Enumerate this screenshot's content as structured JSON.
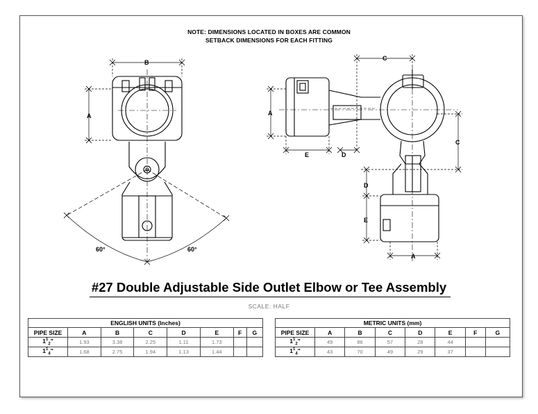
{
  "note": {
    "line1": "NOTE: DIMENSIONS LOCATED IN BOXES ARE COMMON",
    "line2": "SETBACK DIMENSIONS FOR EACH FITTING"
  },
  "labels": {
    "a": "A",
    "b": "B",
    "c": "C",
    "d": "D",
    "e": "E",
    "angle_left": "60°",
    "angle_right": "60°"
  },
  "title": "#27 Double Adjustable Side Outlet Elbow or Tee Assembly",
  "scale": "SCALE:  HALF",
  "english_table": {
    "caption": "ENGLISH UNITS (Inches)",
    "headers": [
      "PIPE SIZE",
      "A",
      "B",
      "C",
      "D",
      "E",
      "F",
      "G"
    ],
    "rows": [
      {
        "size_whole": "1",
        "size_frac": "1",
        "size_den": "2",
        "size_mark": "\"",
        "values": [
          "1.93",
          "3.38",
          "2.25",
          "1.11",
          "1.73",
          "",
          ""
        ]
      },
      {
        "size_whole": "1",
        "size_frac": "1",
        "size_den": "4",
        "size_mark": "\"",
        "values": [
          "1.68",
          "2.75",
          "1.94",
          "1.13",
          "1.44",
          "",
          ""
        ]
      }
    ]
  },
  "metric_table": {
    "caption": "METRIC UNITS (mm)",
    "headers": [
      "PIPE SIZE",
      "A",
      "B",
      "C",
      "D",
      "E",
      "F",
      "G"
    ],
    "rows": [
      {
        "size_whole": "1",
        "size_frac": "1",
        "size_den": "2",
        "size_mark": "\"",
        "values": [
          "49",
          "86",
          "57",
          "28",
          "44",
          "",
          ""
        ]
      },
      {
        "size_whole": "1",
        "size_frac": "1",
        "size_den": "4",
        "size_mark": "\"",
        "values": [
          "43",
          "70",
          "49",
          "29",
          "37",
          "",
          ""
        ]
      }
    ]
  }
}
